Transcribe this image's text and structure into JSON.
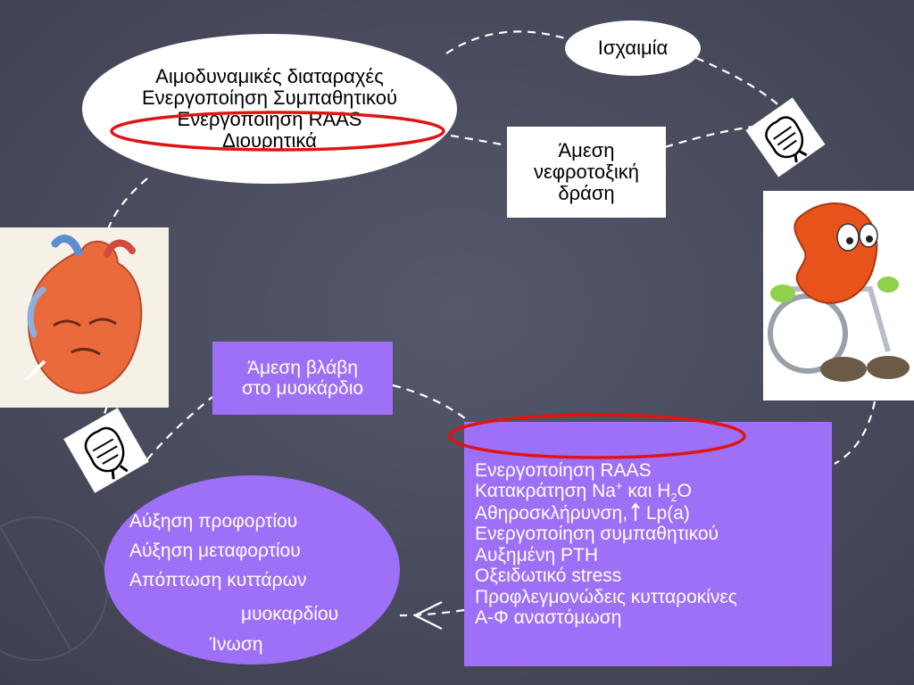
{
  "colors": {
    "background": "#4a4c5e",
    "white_node": "#ffffff",
    "purple_node": "#9e6ff7",
    "highlight_ring": "#e01414",
    "connector": "#ffffff"
  },
  "nodes": {
    "ischemia": {
      "text": "Ισχαιμία"
    },
    "hemodynamic": {
      "lines": [
        "Αιμοδυναμικές διαταραχές",
        "Ενεργοποίηση Συμπαθητικού",
        "Ενεργοποίηση RAAS",
        "Διουρητικά"
      ]
    },
    "nephrotoxic": {
      "lines": [
        "Άμεση",
        "νεφροτοξική",
        "δράση"
      ]
    },
    "myocardial_damage": {
      "lines": [
        "Άμεση βλάβη",
        "στο μυοκάρδιο"
      ]
    },
    "renal_factors": {
      "line1": "Ενεργοποίηση RAAS",
      "line2_a": "Κατακράτηση Na",
      "line2_sup": "+",
      "line2_b": " και H",
      "line2_sub": "2",
      "line2_c": "O",
      "line3_a": "Αθηροσκλήρυνση,",
      "line3_b": " Lp(a)",
      "line4": "Ενεργοποίηση συμπαθητικού",
      "line5": "Αυξημένη PTH",
      "line6": "Οξειδωτικό stress",
      "line7": "Προφλεγμονώδεις κυτταροκίνες",
      "line8": "Α-Φ αναστόμωση"
    },
    "cardiac_effects": {
      "lines": [
        "Αύξηση προφορτίου",
        "Αύξηση μεταφορτίου",
        "Απόπτωση κυττάρων",
        "μυοκαρδίου",
        "Ίνωση"
      ]
    }
  },
  "icons": [
    "heart-illustration",
    "kidney-in-wheelchair-illustration",
    "fist-icon",
    "fist-icon",
    "up-arrow-icon",
    "arrowhead-icon"
  ]
}
